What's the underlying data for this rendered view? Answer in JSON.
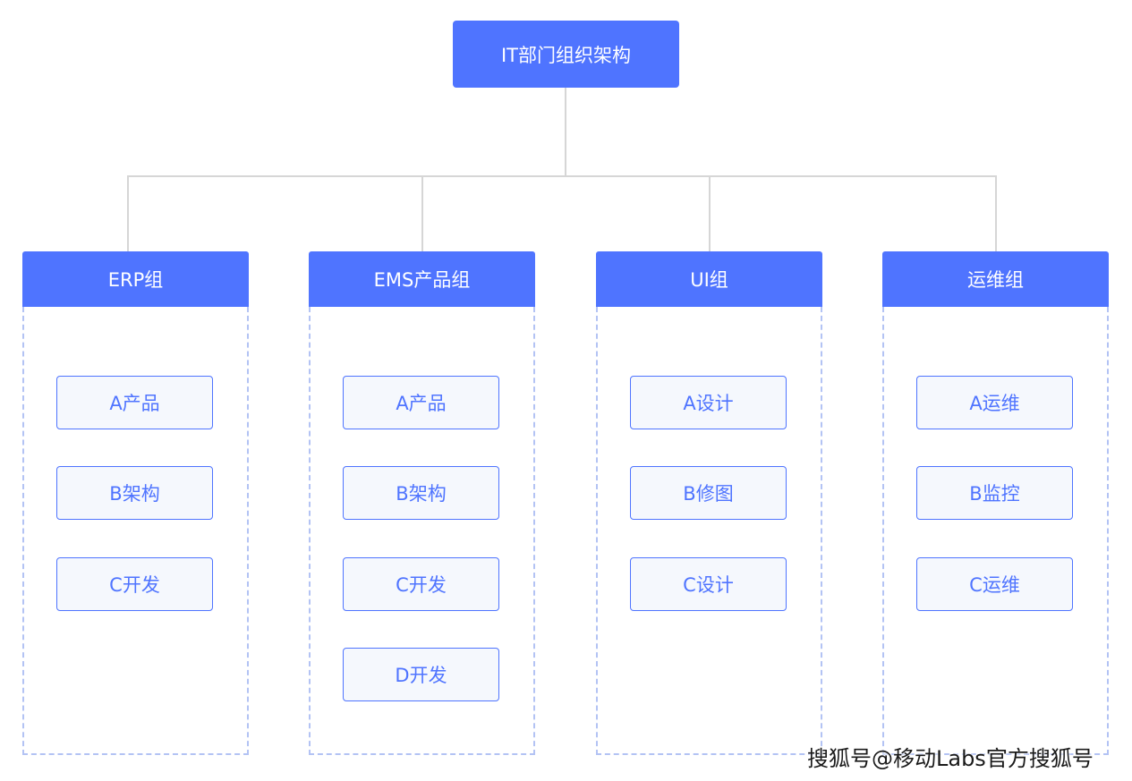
{
  "root": {
    "label": "IT部门组织架构"
  },
  "groups": [
    {
      "title": "ERP组",
      "items": [
        "A产品",
        "B架构",
        "C开发"
      ]
    },
    {
      "title": "EMS产品组",
      "items": [
        "A产品",
        "B架构",
        "C开发",
        "D开发"
      ]
    },
    {
      "title": "UI组",
      "items": [
        "A设计",
        "B修图",
        "C设计"
      ]
    },
    {
      "title": "运维组",
      "items": [
        "A运维",
        "B监控",
        "C运维"
      ]
    }
  ],
  "watermark": "搜狐号@移动Labs官方搜狐号",
  "colors": {
    "accent": "#4f74ff",
    "item_background": "#f5f8fd",
    "dashed_border": "#b3c3f4",
    "connector_line": "#d6d6d6"
  }
}
